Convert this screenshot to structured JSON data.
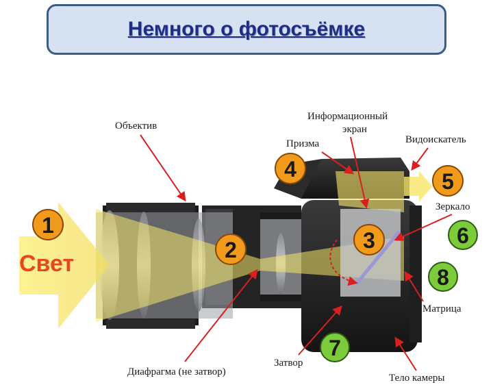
{
  "title": "Немного о фотосъёмке",
  "light_word": "Свет",
  "labels": {
    "lens": "Объектив",
    "info_screen_line1": "Информационный",
    "info_screen_line2": "экран",
    "prism": "Призма",
    "viewfinder": "Видоискатель",
    "mirror": "Зеркало",
    "matrix": "Матрица",
    "aperture": "Диафрагма (не затвор)",
    "shutter": "Затвор",
    "body": "Тело камеры"
  },
  "numbers": [
    "1",
    "2",
    "3",
    "4",
    "5",
    "6",
    "7",
    "8"
  ],
  "colors": {
    "orange_badge": "#f29a1c",
    "green_badge": "#7ccb3a",
    "arrow_red": "#d9201e",
    "title_text": "#1f2d86",
    "title_bg": "#d6e2f2",
    "light_yellow": "#f6e66a"
  }
}
